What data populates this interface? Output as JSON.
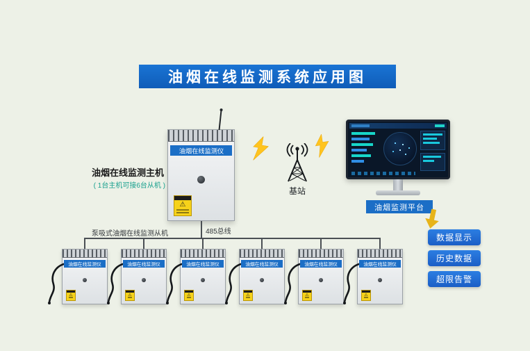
{
  "title": "油烟在线监测系统应用图",
  "host": {
    "strip_label": "油烟在线监测仪",
    "name": "油烟在线监测主机",
    "note": "( 1台主机可接6台从机 )"
  },
  "base_station": {
    "label": "基站"
  },
  "monitor": {
    "platform_label": "油烟监测平台"
  },
  "features": {
    "items": [
      "数据显示",
      "历史数据",
      "超限告警"
    ]
  },
  "bus": {
    "label": "485总线",
    "group_label": "泵吸式油烟在线监测从机"
  },
  "slaves": [
    {
      "strip_label": "油烟在线监测仪"
    },
    {
      "strip_label": "油烟在线监测仪"
    },
    {
      "strip_label": "油烟在线监测仪"
    },
    {
      "strip_label": "油烟在线监测仪"
    },
    {
      "strip_label": "油烟在线监测仪"
    },
    {
      "strip_label": "油烟在线监测仪"
    }
  ],
  "icons": {
    "warning": "⚠"
  },
  "colors": {
    "background": "#edf1e7",
    "banner_blue": "#1268c8",
    "strip_blue": "#1b6ec6",
    "button_blue": "#1e6fd2",
    "note_teal": "#18a08e",
    "lightning_yellow": "#ffc41f",
    "arrow_gold": "#e7b41a",
    "screen_navy": "#0a1728",
    "screen_cyan": "#17d6c9"
  }
}
